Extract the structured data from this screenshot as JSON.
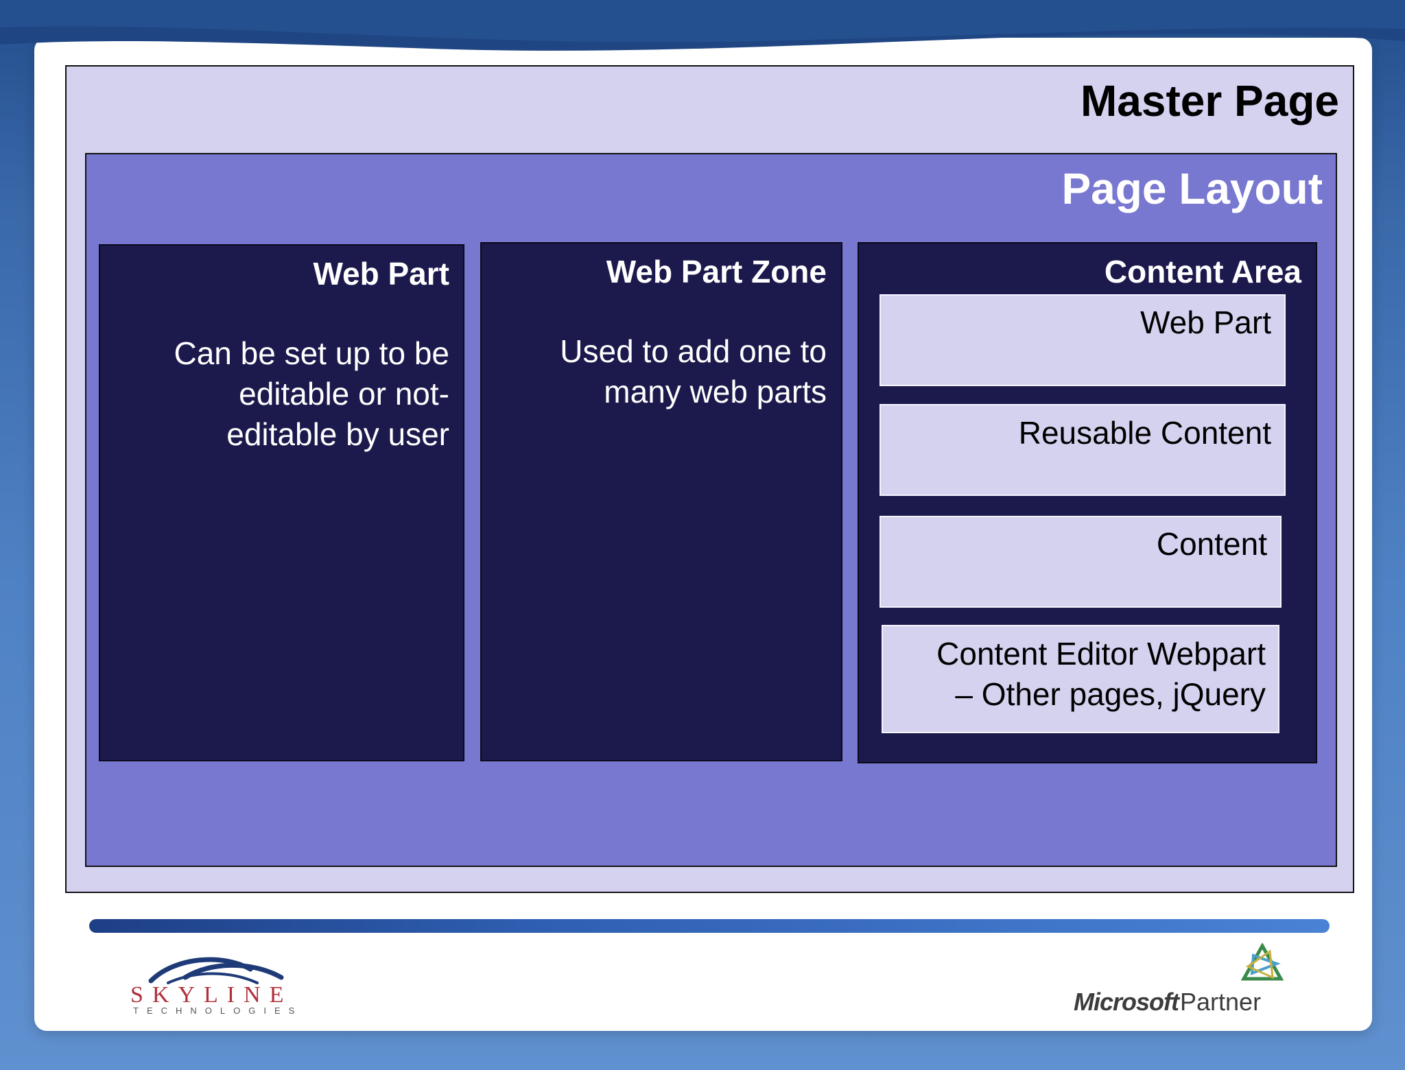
{
  "diagram": {
    "master_page": {
      "title": "Master Page"
    },
    "page_layout": {
      "title": "Page Layout"
    },
    "web_part": {
      "title": "Web Part",
      "description_lines": [
        "Can be set up to be",
        "editable or not-",
        "editable by user"
      ]
    },
    "web_part_zone": {
      "title": "Web Part Zone",
      "description_lines": [
        "Used to add one to",
        "many web parts"
      ]
    },
    "content_area": {
      "title": "Content Area",
      "items": [
        {
          "lines": [
            "Web Part"
          ]
        },
        {
          "lines": [
            "Reusable Content"
          ]
        },
        {
          "lines": [
            "Content"
          ]
        },
        {
          "lines": [
            "Content Editor Webpart",
            "– Other pages, jQuery"
          ]
        }
      ]
    }
  },
  "footer": {
    "skyline_logo": {
      "name": "SKYLINE",
      "tagline": "TECHNOLOGIES"
    },
    "microsoft_logo": {
      "brand": "Microsoft",
      "label": "Partner"
    }
  },
  "colors": {
    "master_fill": "#d5d2f0",
    "layout_fill": "#7878d0",
    "column_fill": "#1c1a4c",
    "background_blue": "#3a69aa"
  }
}
